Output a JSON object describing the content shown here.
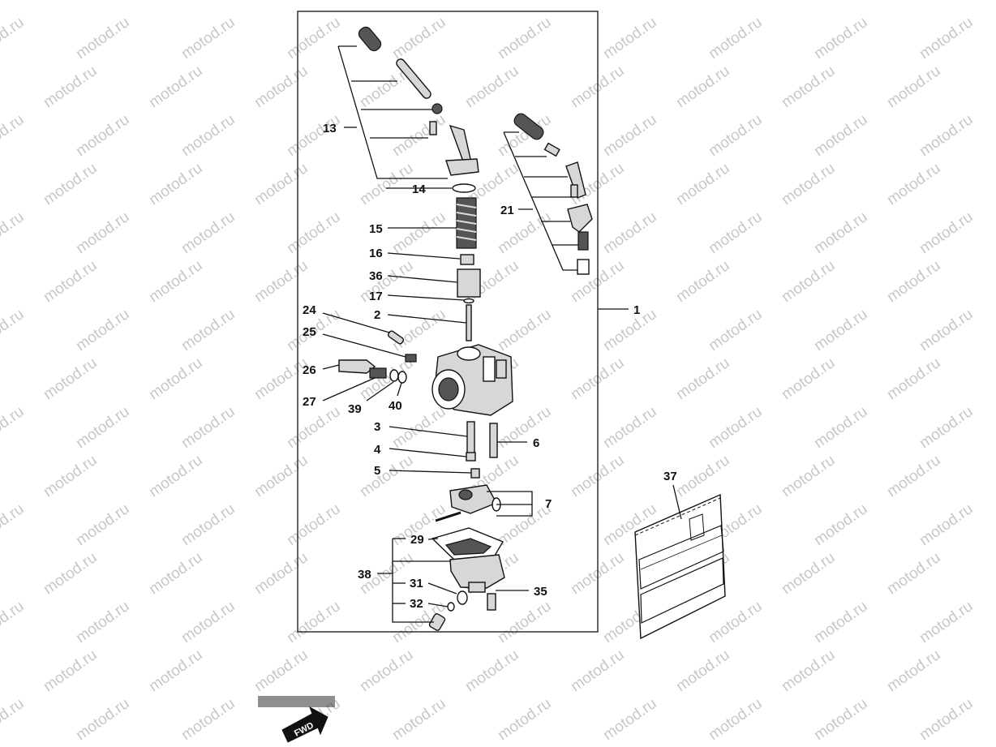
{
  "watermark": "motod.ru",
  "callouts": {
    "c1": "1",
    "c2": "2",
    "c3": "3",
    "c4": "4",
    "c5": "5",
    "c6": "6",
    "c7": "7",
    "c13": "13",
    "c14": "14",
    "c15": "15",
    "c16": "16",
    "c17": "17",
    "c21": "21",
    "c24": "24",
    "c25": "25",
    "c26": "26",
    "c27": "27",
    "c29": "29",
    "c31": "31",
    "c32": "32",
    "c35": "35",
    "c36": "36",
    "c37": "37",
    "c38": "38",
    "c39": "39",
    "c40": "40"
  },
  "front_arrow": "FWD",
  "colors": {
    "line": "#111111",
    "part_fill": "#d7d7d7",
    "watermark": "#9a9a9a"
  }
}
